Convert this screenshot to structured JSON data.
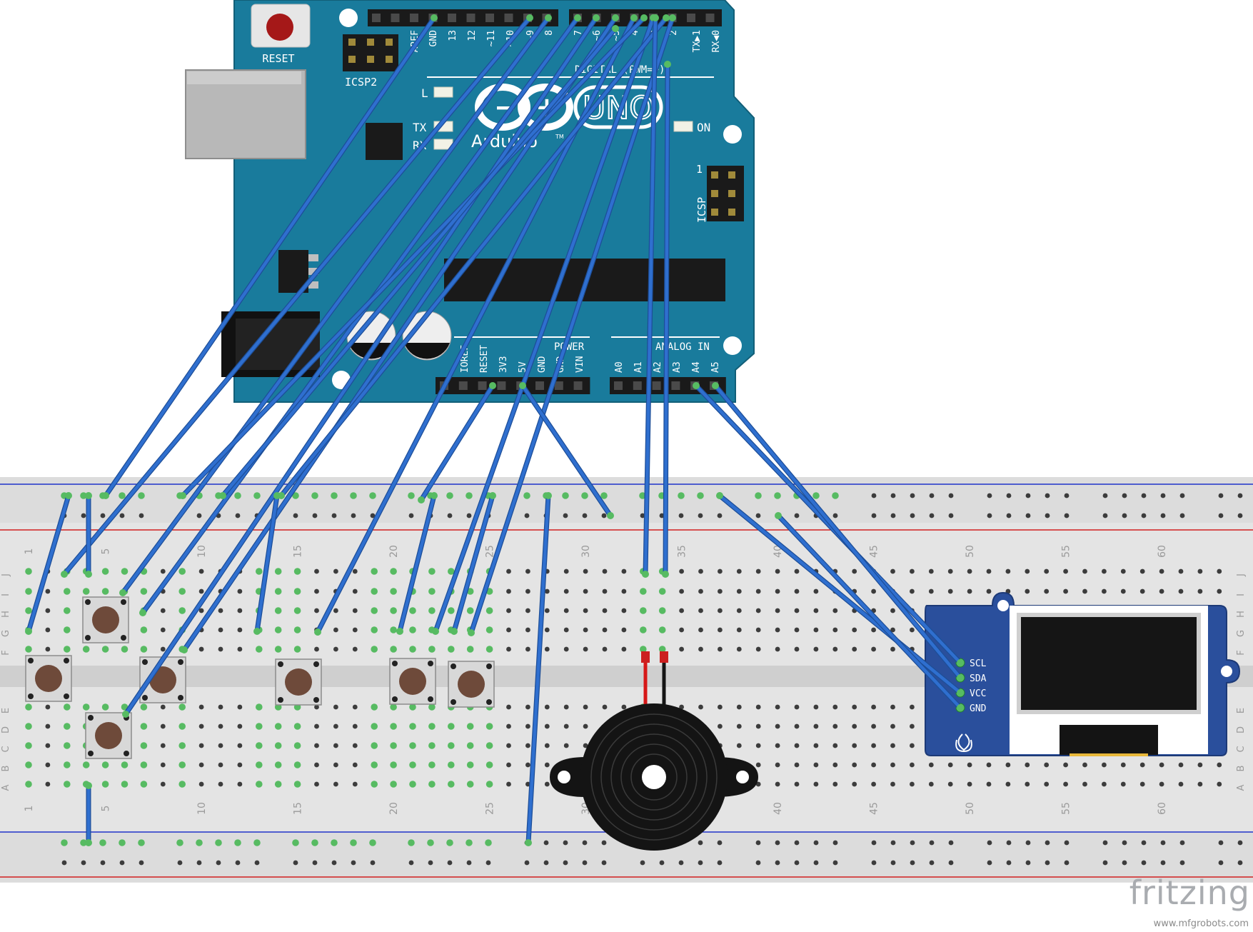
{
  "board": {
    "reset_label": "RESET",
    "icsp2_label": "ICSP2",
    "icsp_label": "ICSP",
    "icsp_pin1": "1",
    "digital_header": [
      "AREF",
      "GND",
      "13",
      "12",
      "~11",
      "~10",
      "~9",
      "8",
      "7",
      "~6",
      "~5",
      "4",
      "~3",
      "2",
      "TX▶1",
      "RX◀0"
    ],
    "digital_title": "DIGITAL (PWM=~)",
    "led_l": "L",
    "led_tx": "TX",
    "led_rx": "RX",
    "led_on": "ON",
    "logo_brand": "Arduino",
    "logo_trademark": "TM",
    "logo_model": "UNO",
    "power_title": "POWER",
    "analog_title": "ANALOG IN",
    "power_pins": [
      "IOREF",
      "RESET",
      "3V3",
      "5V",
      "GND",
      "GND",
      "VIN"
    ],
    "analog_pins": [
      "A0",
      "A1",
      "A2",
      "A3",
      "A4",
      "A5"
    ]
  },
  "breadboard": {
    "column_numbers": [
      "1",
      "5",
      "10",
      "15",
      "20",
      "25",
      "30",
      "35",
      "40",
      "45",
      "50",
      "55",
      "60"
    ],
    "row_letters_top": [
      "J",
      "I",
      "H",
      "G",
      "F"
    ],
    "row_letters_bottom": [
      "E",
      "D",
      "C",
      "B",
      "A"
    ]
  },
  "oled": {
    "pins": [
      "SCL",
      "SDA",
      "VCC",
      "GND"
    ]
  },
  "footer": {
    "brand": "fritzing",
    "site": "www.mfgrobots.com"
  },
  "colors": {
    "board": "#197b9c",
    "wire": "#2f6fcf",
    "breadboard": "#e3e3e3",
    "rail_red": "#d11f1f",
    "rail_blue": "#1f33c9",
    "hole_green": "#57bb62",
    "oled_blue": "#2a4f9c"
  }
}
